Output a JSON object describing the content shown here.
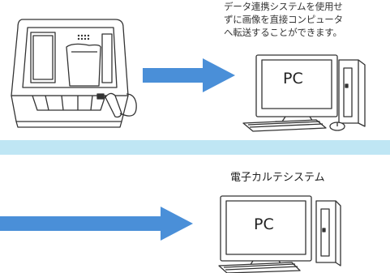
{
  "top_note_lines": [
    "データ連携システムを使用せ",
    "ずに画像を直接コンピュータ",
    "へ転送することができます。"
  ],
  "bottom_title": "電子カルテシステム",
  "pc_top_label": "PC",
  "pc_bottom_label": "PC",
  "colors": {
    "arrow": "#4a8fd8",
    "band": "#bfe6f4",
    "line": "#333333"
  }
}
